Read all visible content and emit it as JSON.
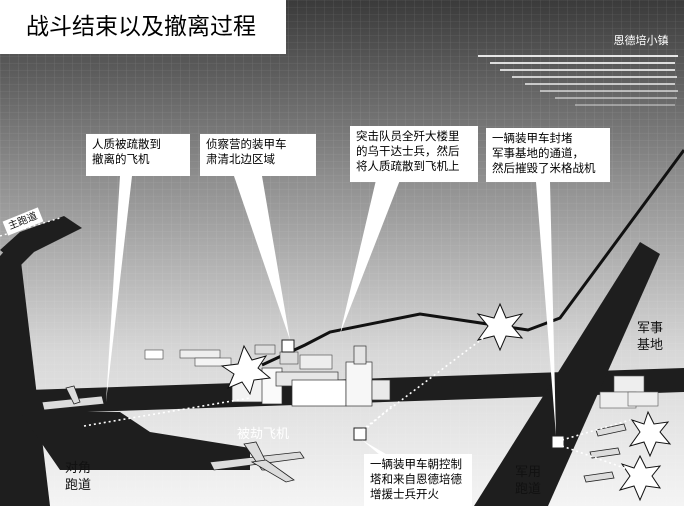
{
  "title": "战斗结束以及撤离过程",
  "town_label": "恩德培小镇",
  "labels": {
    "main_runway": "主跑道",
    "diagonal_runway": "对角\n跑道",
    "hijacked_plane": "被劫飞机",
    "military_runway": "军用\n跑道",
    "military_base": "军事\n基地"
  },
  "callouts": {
    "hostages": "人质被疏散到\n撤离的飞机",
    "recon": "侦察营的装甲车\n肃清北边区域",
    "assault": "突击队员全歼大楼里\n的乌干达士兵，然后\n将人质疏散到飞机上",
    "block": "一辆装甲车封堵\n军事基地的通道，\n然后摧毁了米格战机",
    "tower": "一辆装甲车朝控制\n塔和来自恩德培德\n增援士兵开火"
  }
}
